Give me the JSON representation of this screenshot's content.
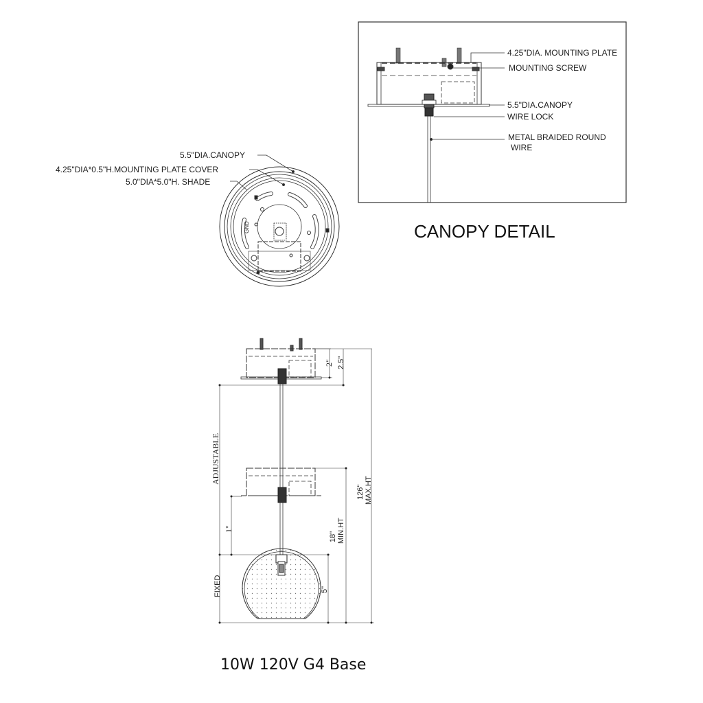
{
  "canopy_detail": {
    "title": "CANOPY DETAIL",
    "callouts": [
      "4.25\"DIA. MOUNTING PLATE",
      "MOUNTING SCREW",
      "5.5\"DIA.CANOPY",
      "WIRE LOCK",
      "METAL BRAIDED ROUND",
      "WIRE"
    ]
  },
  "top_view": {
    "callouts": [
      "5.5\"DIA.CANOPY",
      "4.25\"DIA*0.5\"H.MOUNTING PLATE COVER",
      "5.0\"DIA*5.0\"H. SHADE"
    ],
    "gnd_label": "GND"
  },
  "elevation": {
    "dimensions": {
      "plate_height": "2\"",
      "canopy_height": "2.5\"",
      "adjustable": "ADJUSTABLE",
      "max_ht_value": "126\"",
      "max_ht_label": "MAX.HT",
      "min_ht_value": "18\"",
      "min_ht_label": "MIN.HT",
      "lead_length": "1\"",
      "fixed": "FIXED",
      "shade_height": "5\""
    }
  },
  "caption": "10W 120V G4 Base"
}
